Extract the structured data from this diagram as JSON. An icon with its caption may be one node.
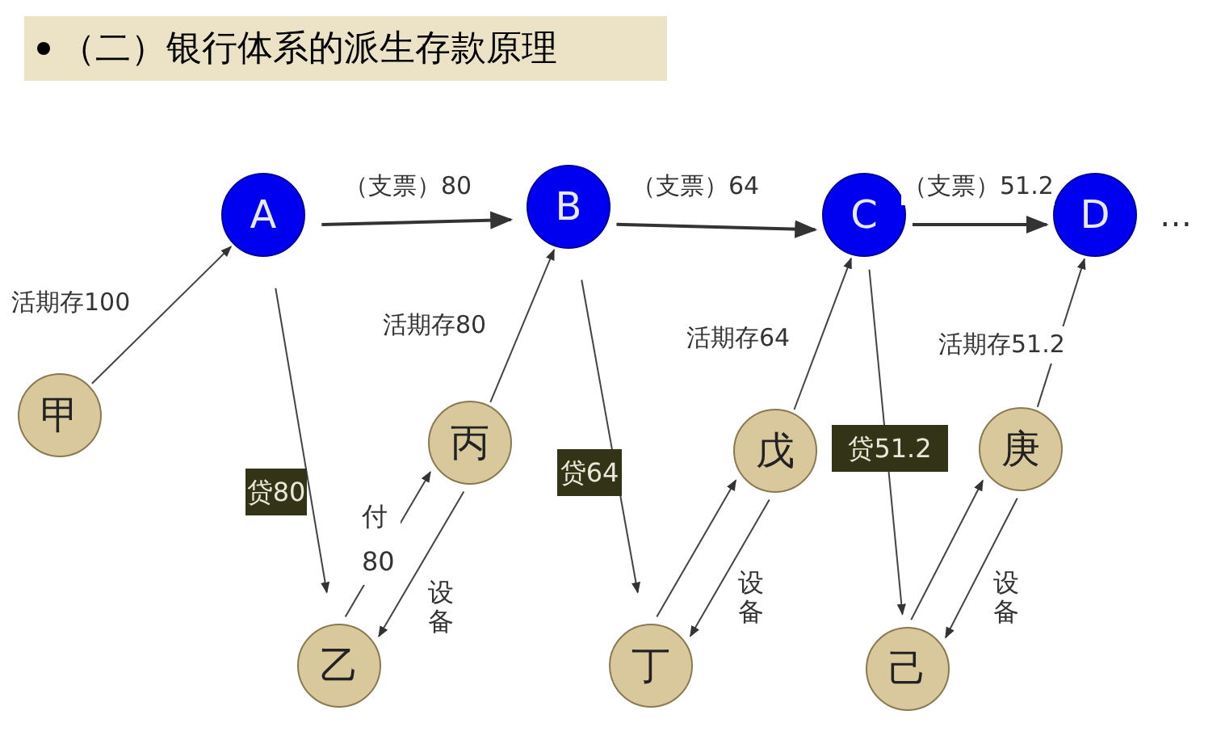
{
  "diagram": {
    "title": "（二）银行体系的派生存款原理",
    "nodes": [
      {
        "text": [
          "A"
        ]
      },
      {
        "text": [
          "B"
        ]
      },
      {
        "text": [
          "C"
        ]
      },
      {
        "text": [
          "D"
        ],
        "beside": [
          "…"
        ]
      },
      {
        "text": [
          "甲"
        ]
      },
      {
        "text": [
          "乙"
        ]
      },
      {
        "text": [
          "丙"
        ]
      },
      {
        "text": [
          "丁"
        ]
      },
      {
        "text": [
          "戊"
        ]
      },
      {
        "text": [
          "己"
        ]
      },
      {
        "text": [
          "庚"
        ]
      }
    ],
    "edges": [
      {
        "from": 4,
        "to": 0,
        "arrow": "to",
        "label": "活期存100"
      },
      {
        "from": 0,
        "to": 1,
        "arrow": "to",
        "label": "（支票）80"
      },
      {
        "from": 1,
        "to": 2,
        "arrow": "to",
        "label": "（支票）64"
      },
      {
        "from": 2,
        "to": 3,
        "arrow": "to",
        "label": "（支票）51.2"
      },
      {
        "from": 0,
        "to": 5,
        "arrow": "to",
        "label": "贷80"
      },
      {
        "from": 5,
        "to": 6,
        "arrow": "to",
        "label": "付80"
      },
      {
        "from": 6,
        "to": 5,
        "arrow": "to",
        "label": "设备"
      },
      {
        "from": 6,
        "to": 1,
        "arrow": "to",
        "label": "活期存80"
      },
      {
        "from": 1,
        "to": 7,
        "arrow": "to",
        "label": "贷64"
      },
      {
        "from": 7,
        "to": 8,
        "arrow": "to"
      },
      {
        "from": 8,
        "to": 7,
        "arrow": "to",
        "label": "设备"
      },
      {
        "from": 8,
        "to": 2,
        "arrow": "to",
        "label": "活期存64"
      },
      {
        "from": 2,
        "to": 9,
        "arrow": "to",
        "label": "贷51.2"
      },
      {
        "from": 9,
        "to": 10,
        "arrow": "to"
      },
      {
        "from": 10,
        "to": 9,
        "arrow": "to",
        "label": "设备"
      },
      {
        "from": 10,
        "to": 3,
        "arrow": "to",
        "label": "活期存51.2"
      }
    ]
  }
}
